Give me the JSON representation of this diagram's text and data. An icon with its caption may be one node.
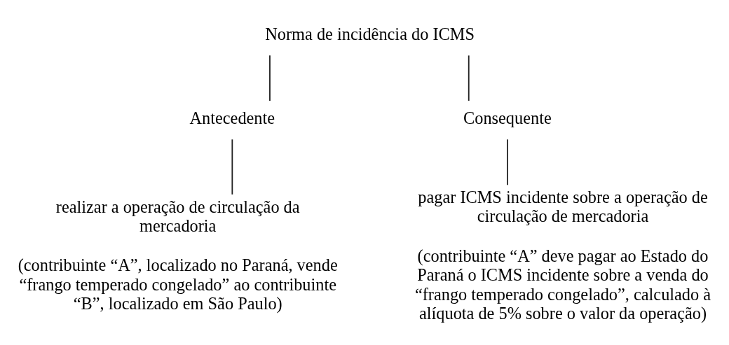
{
  "diagram": {
    "nodes": [
      {
        "text": [
          "Norma de incidência do ICMS"
        ]
      },
      {
        "text": [
          "Antecedente"
        ]
      },
      {
        "text": [
          "Consequente"
        ]
      },
      {
        "text": [
          "realizar a operação de circulação da mercadoria",
          "(contribuinte “A”, localizado no Paraná, vende “frango temperado congelado” ao contribuinte “B”, localizado em São Paulo)"
        ]
      },
      {
        "text": [
          "pagar ICMS incidente sobre a operação de circulação de mercadoria",
          "(contribuinte “A” deve pagar ao Estado do Paraná o ICMS incidente sobre a venda do “frango temperado congelado”, calculado à alíquota de 5% sobre o valor da operação)"
        ]
      }
    ],
    "edges": [
      {
        "from": 0,
        "to": 1,
        "arrow": "none"
      },
      {
        "from": 0,
        "to": 2,
        "arrow": "none"
      },
      {
        "from": 1,
        "to": 3,
        "arrow": "none"
      },
      {
        "from": 2,
        "to": 4,
        "arrow": "none"
      }
    ]
  }
}
